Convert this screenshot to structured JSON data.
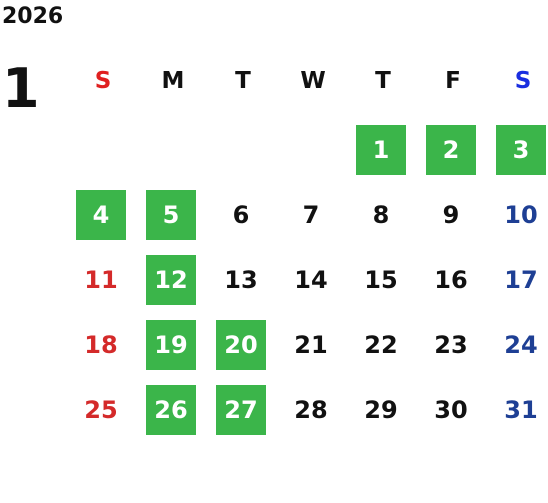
{
  "calendar": {
    "year": "2026",
    "month": "1",
    "highlight_color": "#3bb54a",
    "weekdays": [
      "S",
      "M",
      "T",
      "W",
      "T",
      "F",
      "S"
    ],
    "weeks": [
      [
        null,
        null,
        null,
        null,
        {
          "d": "1",
          "hl": true
        },
        {
          "d": "2",
          "hl": true
        },
        {
          "d": "3",
          "hl": true
        }
      ],
      [
        {
          "d": "4",
          "hl": true
        },
        {
          "d": "5",
          "hl": true
        },
        {
          "d": "6",
          "hl": false
        },
        {
          "d": "7",
          "hl": false
        },
        {
          "d": "8",
          "hl": false
        },
        {
          "d": "9",
          "hl": false
        },
        {
          "d": "10",
          "hl": false
        }
      ],
      [
        {
          "d": "11",
          "hl": false
        },
        {
          "d": "12",
          "hl": true
        },
        {
          "d": "13",
          "hl": false
        },
        {
          "d": "14",
          "hl": false
        },
        {
          "d": "15",
          "hl": false
        },
        {
          "d": "16",
          "hl": false
        },
        {
          "d": "17",
          "hl": false
        }
      ],
      [
        {
          "d": "18",
          "hl": false
        },
        {
          "d": "19",
          "hl": true
        },
        {
          "d": "20",
          "hl": true
        },
        {
          "d": "21",
          "hl": false
        },
        {
          "d": "22",
          "hl": false
        },
        {
          "d": "23",
          "hl": false
        },
        {
          "d": "24",
          "hl": false
        }
      ],
      [
        {
          "d": "25",
          "hl": false
        },
        {
          "d": "26",
          "hl": true
        },
        {
          "d": "27",
          "hl": true
        },
        {
          "d": "28",
          "hl": false
        },
        {
          "d": "29",
          "hl": false
        },
        {
          "d": "30",
          "hl": false
        },
        {
          "d": "31",
          "hl": false
        }
      ]
    ]
  }
}
